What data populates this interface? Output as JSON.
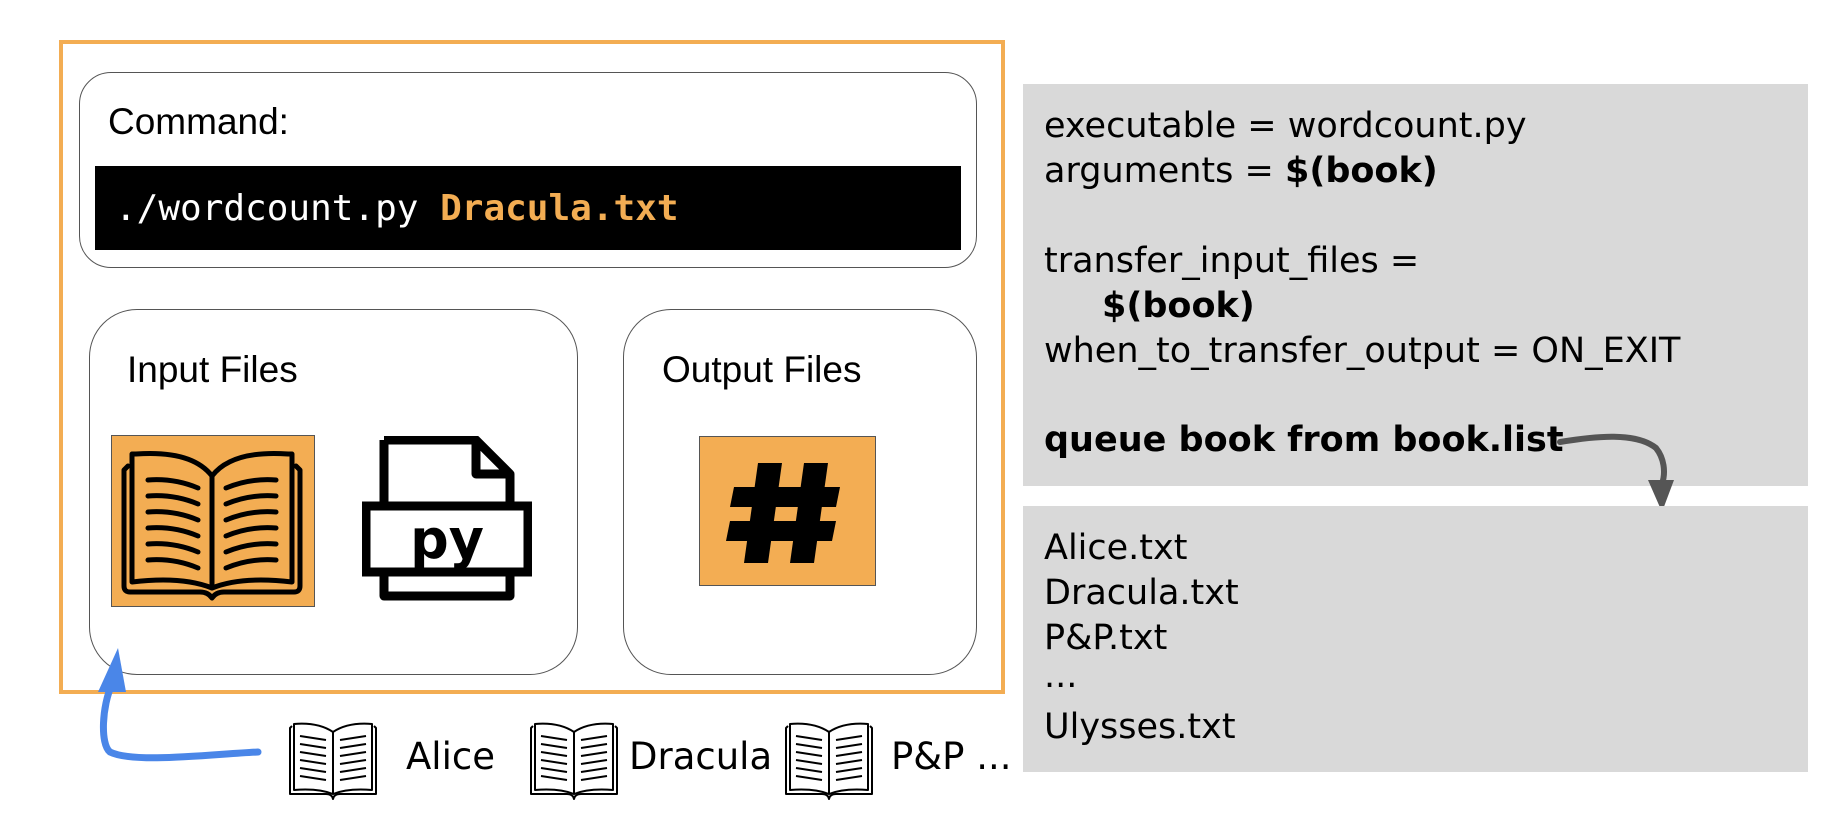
{
  "command": {
    "label": "Command:",
    "executable": "./wordcount.py ",
    "argument": "Dracula.txt"
  },
  "input_files": {
    "title": "Input Files",
    "icons": [
      "open-book-icon",
      "python-file-icon"
    ]
  },
  "output_files": {
    "title": "Output Files",
    "icons": [
      "hash-icon"
    ]
  },
  "submit_file": {
    "executable_line": "executable = wordcount.py",
    "arguments_prefix": "arguments = ",
    "arguments_value": "$(book)",
    "transfer_input_line": "transfer_input_files =",
    "transfer_input_value": "$(book)",
    "when_to_transfer_line": "when_to_transfer_output = ON_EXIT",
    "queue_line": "queue book from book.list"
  },
  "book_list": {
    "items": [
      "Alice.txt",
      "Dracula.txt",
      "P&P.txt",
      "...",
      "Ulysses.txt"
    ]
  },
  "bottom_books": {
    "labels": [
      "Alice",
      "Dracula",
      "P&P ..."
    ]
  },
  "colors": {
    "accent_orange": "#f3ad53",
    "panel_gray": "#d9d9d9",
    "arrow_blue": "#4a86e8",
    "arrow_gray": "#555555"
  }
}
